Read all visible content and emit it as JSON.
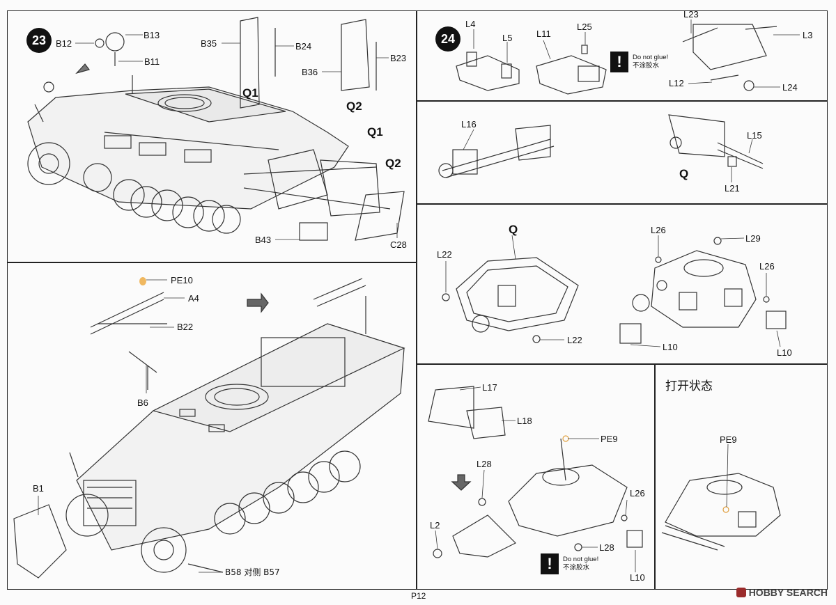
{
  "page": {
    "number": "P12",
    "watermark": "HOBBY SEARCH"
  },
  "step23": {
    "number": "23",
    "labels": {
      "b12": "B12",
      "b13": "B13",
      "b11": "B11",
      "b35": "B35",
      "b24": "B24",
      "b36": "B36",
      "b23": "B23",
      "q1a": "Q1",
      "q2a": "Q2",
      "q1b": "Q1",
      "q2b": "Q2",
      "b43": "B43",
      "c28": "C28"
    }
  },
  "step_left2": {
    "labels": {
      "pe10": "PE10",
      "a4": "A4",
      "b22": "B22",
      "b6": "B6",
      "b1": "B1",
      "b58": "B58 对侧 B57"
    }
  },
  "step24": {
    "number": "24",
    "labels": {
      "l4": "L4",
      "l5": "L5",
      "l11": "L11",
      "l25": "L25",
      "l23": "L23",
      "l3": "L3",
      "l12": "L12",
      "l24": "L24"
    },
    "warning": {
      "en": "Do not glue!",
      "cn": "不涂胶水"
    }
  },
  "panel_r2": {
    "labels": {
      "l16": "L16",
      "l15": "L15",
      "q": "Q",
      "l21": "L21"
    }
  },
  "panel_r3": {
    "labels": {
      "q": "Q",
      "l22a": "L22",
      "l22b": "L22",
      "l26a": "L26",
      "l29": "L29",
      "l26b": "L26",
      "l10a": "L10",
      "l10b": "L10"
    }
  },
  "panel_r4": {
    "labels": {
      "l17": "L17",
      "l18": "L18",
      "pe9": "PE9",
      "l28a": "L28",
      "l28b": "L28",
      "l26": "L26",
      "l2": "L2",
      "l10": "L10"
    },
    "warning": {
      "en": "Do not glue!",
      "cn": "不涂胶水"
    }
  },
  "panel_r5": {
    "title": "打开状态",
    "labels": {
      "pe9": "PE9"
    }
  }
}
